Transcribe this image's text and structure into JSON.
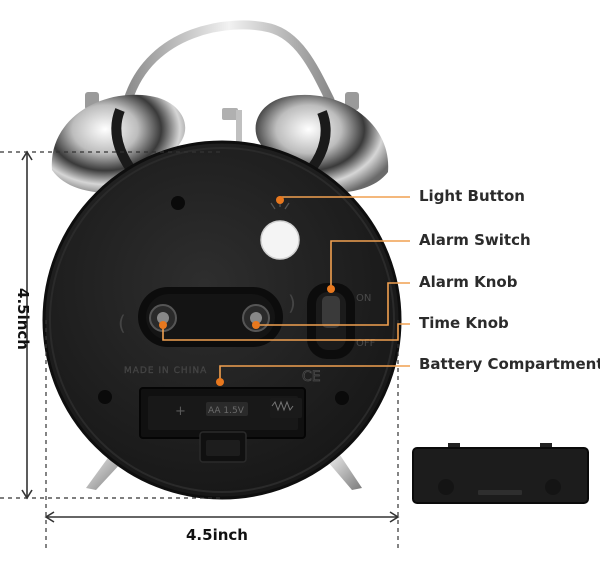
{
  "callouts": [
    {
      "label": "Light Button"
    },
    {
      "label": "Alarm Switch"
    },
    {
      "label": "Alarm Knob"
    },
    {
      "label": "Time Knob"
    },
    {
      "label": "Battery Compartment"
    }
  ],
  "dimensions": {
    "height": "4.5inch",
    "width": "4.5inch"
  },
  "clock_markings": {
    "switch_on": "ON",
    "switch_off": "OFF",
    "made_in": "MADE IN CHINA",
    "battery_plus": "+",
    "battery_type": "AA 1.5V",
    "ce_mark": "CE"
  },
  "colors": {
    "callout_line": "#f0a050",
    "callout_dot": "#e8781e",
    "clock_body": "#222222",
    "metal": "#c8c8c8",
    "dimension_line": "#333333"
  }
}
